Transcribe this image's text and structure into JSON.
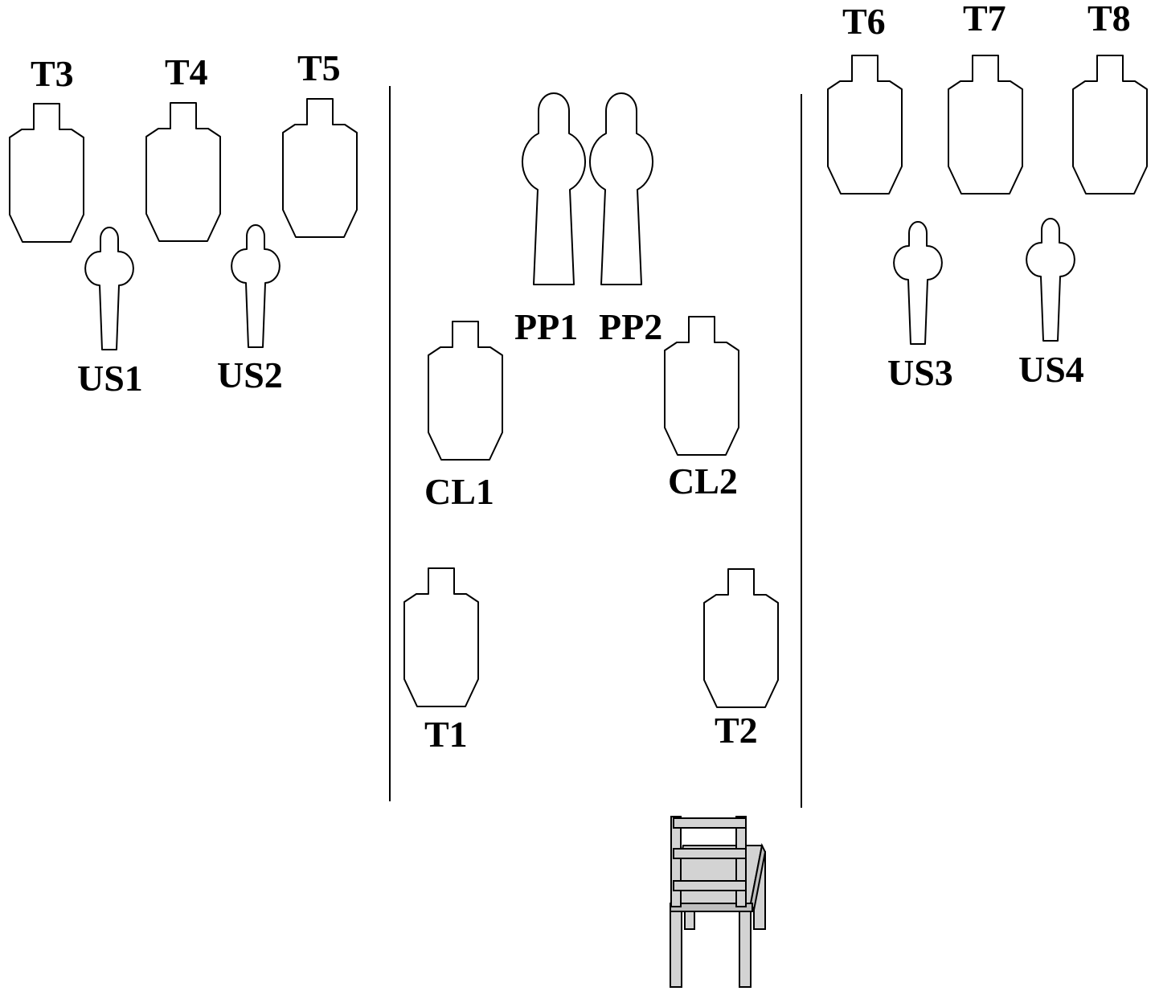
{
  "targets": {
    "T3": "T3",
    "T4": "T4",
    "T5": "T5",
    "T6": "T6",
    "T7": "T7",
    "T8": "T8",
    "US1": "US1",
    "US2": "US2",
    "US3": "US3",
    "US4": "US4",
    "PP1": "PP1",
    "PP2": "PP2",
    "CL1": "CL1",
    "CL2": "CL2",
    "T1": "T1",
    "T2": "T2"
  },
  "colors": {
    "outline": "#000000",
    "chair_fill": "#d3d3d3",
    "background": "#ffffff"
  },
  "icons": {
    "silhouette": "silhouette-target-icon",
    "no_shoot": "no-shoot-target-icon",
    "chair": "chair-icon"
  }
}
